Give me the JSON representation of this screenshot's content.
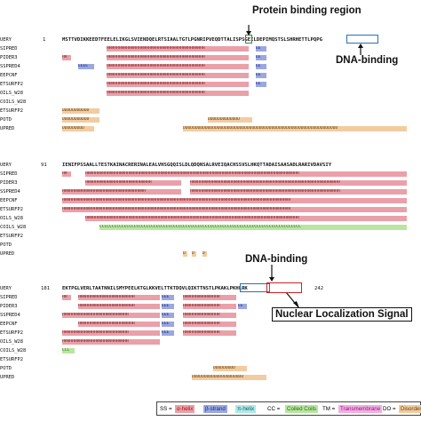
{
  "callouts": {
    "protein_binding": "Protein binding region",
    "dna_binding_1": "DNA-binding",
    "dna_binding_2": "DNA-binding",
    "nls": "Nuclear Localization Signal"
  },
  "row_labels": [
    "UERY",
    "SIPRED",
    "PIDER3",
    "SSPRED4",
    "EEPCNF",
    "ETSURFP2",
    "OILS_W28",
    "COILS_W28",
    "ETSURFP2",
    "POTD",
    "UPRED"
  ],
  "blocks": [
    {
      "start": "1",
      "end": "",
      "sequence": "MSTTVDIKKEEDTFEELELIKGLSVIENDQELRTSIAALTGTLPGNRIPVEQDTTALISPSGEILDEPIMQSTSLSHRHETTLPQPG"
    },
    {
      "start": "91",
      "end": "",
      "sequence": "IENIFPSSAALLTESTKAINACRERINALEALVHSGQQISLDLQDQNSALRVEIQACHSSVSLHKQTTADAISAASADLRARIVDAVSIY"
    },
    {
      "start": "181",
      "end": "242",
      "sequence": "EKTPGLVERLTAATNNILSMYPEELKTGLKKVELTTKTDQVLQIKTTNSTLPKAKLPKHLRK"
    }
  ],
  "legend": {
    "ss": "SS =",
    "alpha": "α-helix",
    "beta": "β-strand",
    "pi": "π-helix",
    "cc": "CC = Coiled Coils",
    "cc_prefix": "CC = ",
    "cc_word": "Coiled Coils",
    "tm_prefix": "TM = ",
    "tm_word": "Transmembrane",
    "do_prefix": "DO = ",
    "do_word": "Disorder"
  },
  "colors": {
    "helix": "#eaa0a8",
    "strand": "#9aa8e0",
    "coil": "#b8e6a0",
    "disorder": "#f2cca0",
    "protein_box": "#2e8b3a",
    "dna_box": "#2a6fb8",
    "nls_box": "#d22020"
  }
}
